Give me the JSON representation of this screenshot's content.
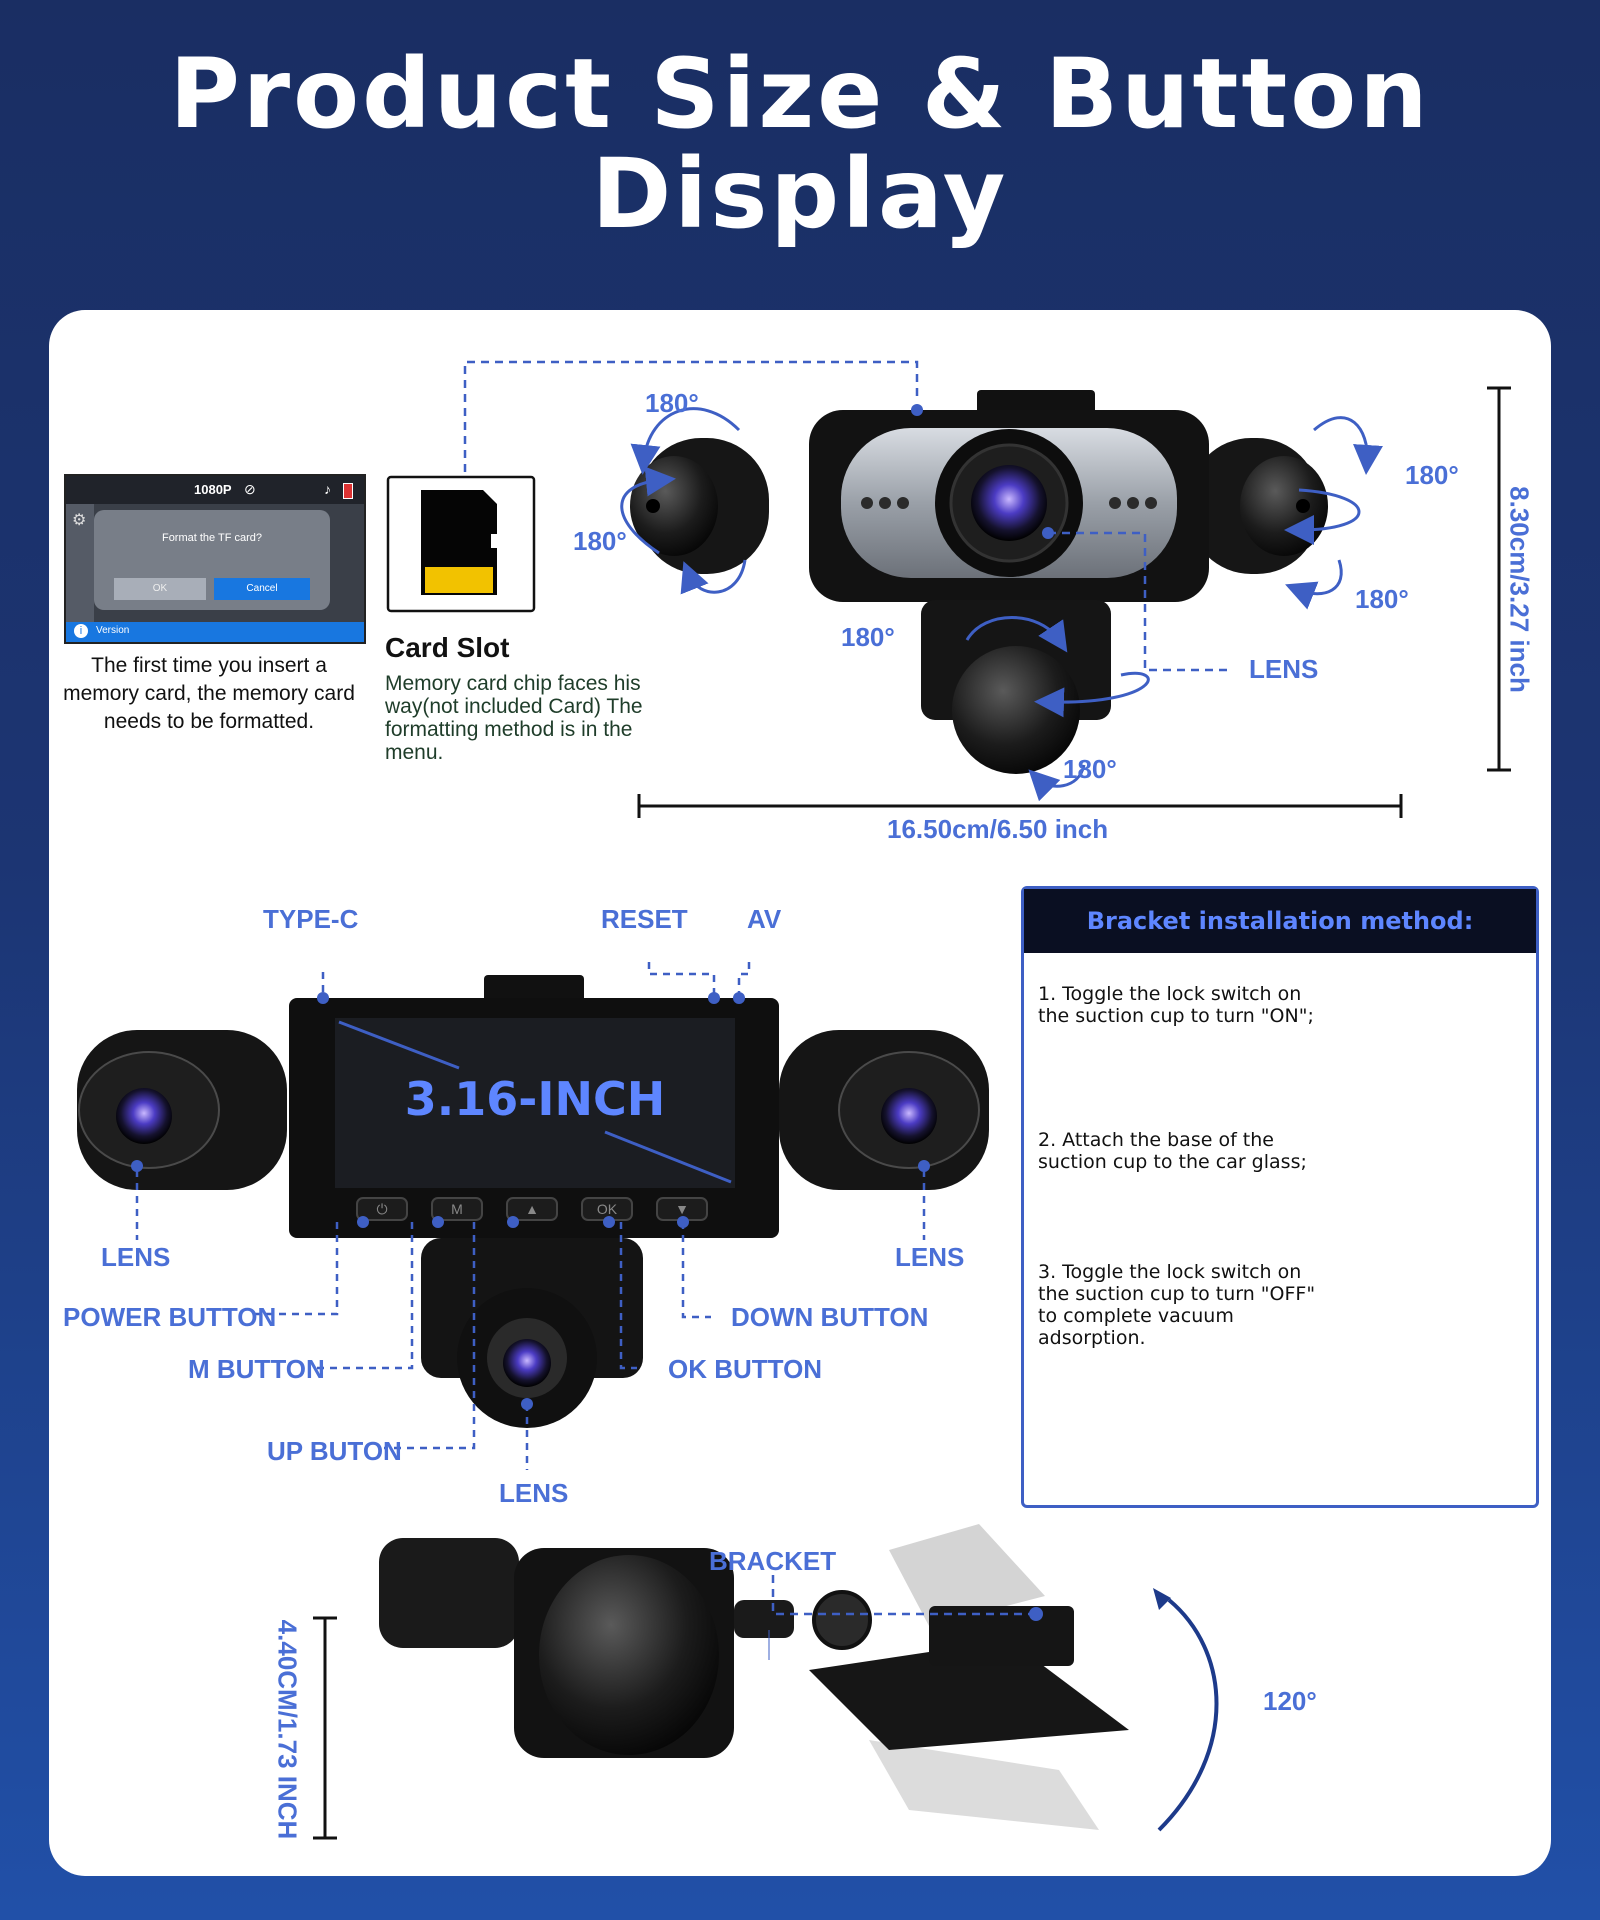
{
  "title_line1": "Product Size & Button",
  "title_line2": "Display",
  "screen_ui": {
    "resolution": "1080P",
    "dialog_text": "Format the TF card?",
    "ok_label": "OK",
    "cancel_label": "Cancel",
    "version_label": "Version"
  },
  "format_note": "The first time you insert a memory card, the memory card needs to be formatted.",
  "card_slot": {
    "title": "Card Slot",
    "text": "Memory card chip faces his way(not included Card) The formatting method is in the menu."
  },
  "top_view": {
    "rotations": [
      "180°",
      "180°",
      "180°",
      "180°",
      "180°",
      "180°"
    ],
    "lens_label": "LENS",
    "height_label": "8.30cm/3.27 inch",
    "width_label": "16.50cm/6.50 inch"
  },
  "front_view": {
    "screen_size": "3.16-INCH",
    "labels": {
      "type_c": "TYPE-C",
      "reset": "RESET",
      "av": "AV",
      "lens_left": "LENS",
      "lens_right": "LENS",
      "lens_bottom": "LENS",
      "power": "POWER BUTTON",
      "m": "M BUTTON",
      "up": "UP BUTON",
      "down": "DOWN BUTTON",
      "ok": "OK BUTTON"
    },
    "button_glyphs": [
      "⏻",
      "M",
      "▲",
      "OK",
      "▼"
    ]
  },
  "bracket": {
    "title": "Bracket installation method:",
    "steps": [
      "1. Toggle the lock switch on the suction cup to turn \"ON\";",
      "2. Attach the base of the suction cup to the car glass;",
      "3. Toggle the lock switch on the suction cup to turn \"OFF\" to complete vacuum adsorption."
    ]
  },
  "side_view": {
    "bracket_label": "BRACKET",
    "angle_label": "120°",
    "height_label": "4.40CM/1.73 INCH"
  },
  "colors": {
    "accent_blue": "#4a6fd6",
    "dark_navy": "#1a2e63",
    "screen_blue": "#1877e0"
  }
}
